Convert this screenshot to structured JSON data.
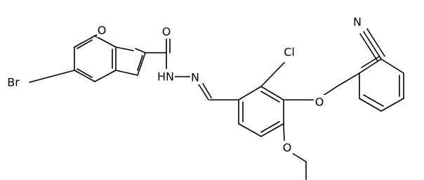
{
  "structure": {
    "atoms": {
      "O_furan": "O",
      "O_carbonyl": "O",
      "Br": "Br",
      "NH_hydrazide": "HN",
      "N_imine": "N",
      "Cl": "Cl",
      "O_benzyloxy": "O",
      "O_ethoxy": "O",
      "N_nitrile": "N"
    }
  },
  "colors": {
    "bond": "#000000",
    "background": "#ffffff",
    "text": "#000000"
  }
}
